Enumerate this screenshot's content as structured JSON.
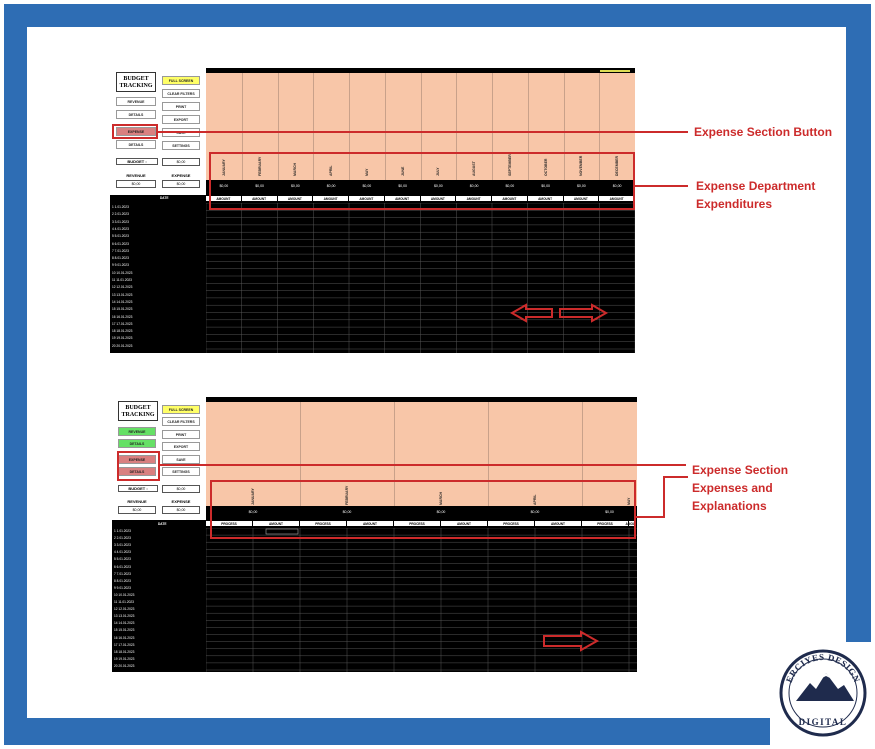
{
  "callouts": {
    "expense_section_button": "Expense Section Button",
    "expense_department_line1": "Expense Department",
    "expense_department_line2": "Expenditures",
    "expense_section_line1": "Expense Section",
    "expense_section_line2": "Expenses and",
    "expense_section_line3": "Explanations"
  },
  "app": {
    "title_line1": "BUDGET",
    "title_line2": "TRACKING",
    "budget_label": "BUDGET :",
    "revenue_label": "REVENUE",
    "expense_label": "EXPENSE",
    "zero_value": "$0,00",
    "date_header": "DATE"
  },
  "nav_left": [
    "REVENUE",
    "DETAILS",
    "EXPENSE",
    "DETAILS"
  ],
  "nav_right": [
    "FULL SCREEN",
    "CLEAR FILTERS",
    "PRINT",
    "EXPORT",
    "SAVE",
    "SETTINGS"
  ],
  "months": [
    "JANUARY",
    "FEBRUARY",
    "MARCH",
    "APRIL",
    "MAY",
    "JUNE",
    "JULY",
    "AUGUST",
    "SEPTEMBER",
    "OCTOBER",
    "NOVEMBER",
    "DECEMBER"
  ],
  "months_short": [
    "JANUARY",
    "FEBRUARY",
    "MARCH",
    "APRIL",
    "MAY"
  ],
  "column_header_amount": "AMOUNT",
  "column_header_process": "PROCESS",
  "dates": [
    "1.01.2023",
    "2.01.2023",
    "3.01.2023",
    "4.01.2023",
    "5.01.2023",
    "6.01.2023",
    "7.01.2023",
    "8.01.2023",
    "9.01.2023",
    "10.01.2023",
    "11.01.2023",
    "12.01.2023",
    "13.01.2023",
    "14.01.2023",
    "15.01.2023",
    "16.01.2023",
    "17.01.2023",
    "18.01.2023",
    "19.01.2023",
    "20.01.2023"
  ],
  "logo": {
    "top_text": "ERCIYES DESIGN",
    "bottom_text": "DIGITAL"
  },
  "colors": {
    "frame": "#2e6db4",
    "highlight": "#cc2b2b",
    "peach": "#f8c6a8"
  }
}
